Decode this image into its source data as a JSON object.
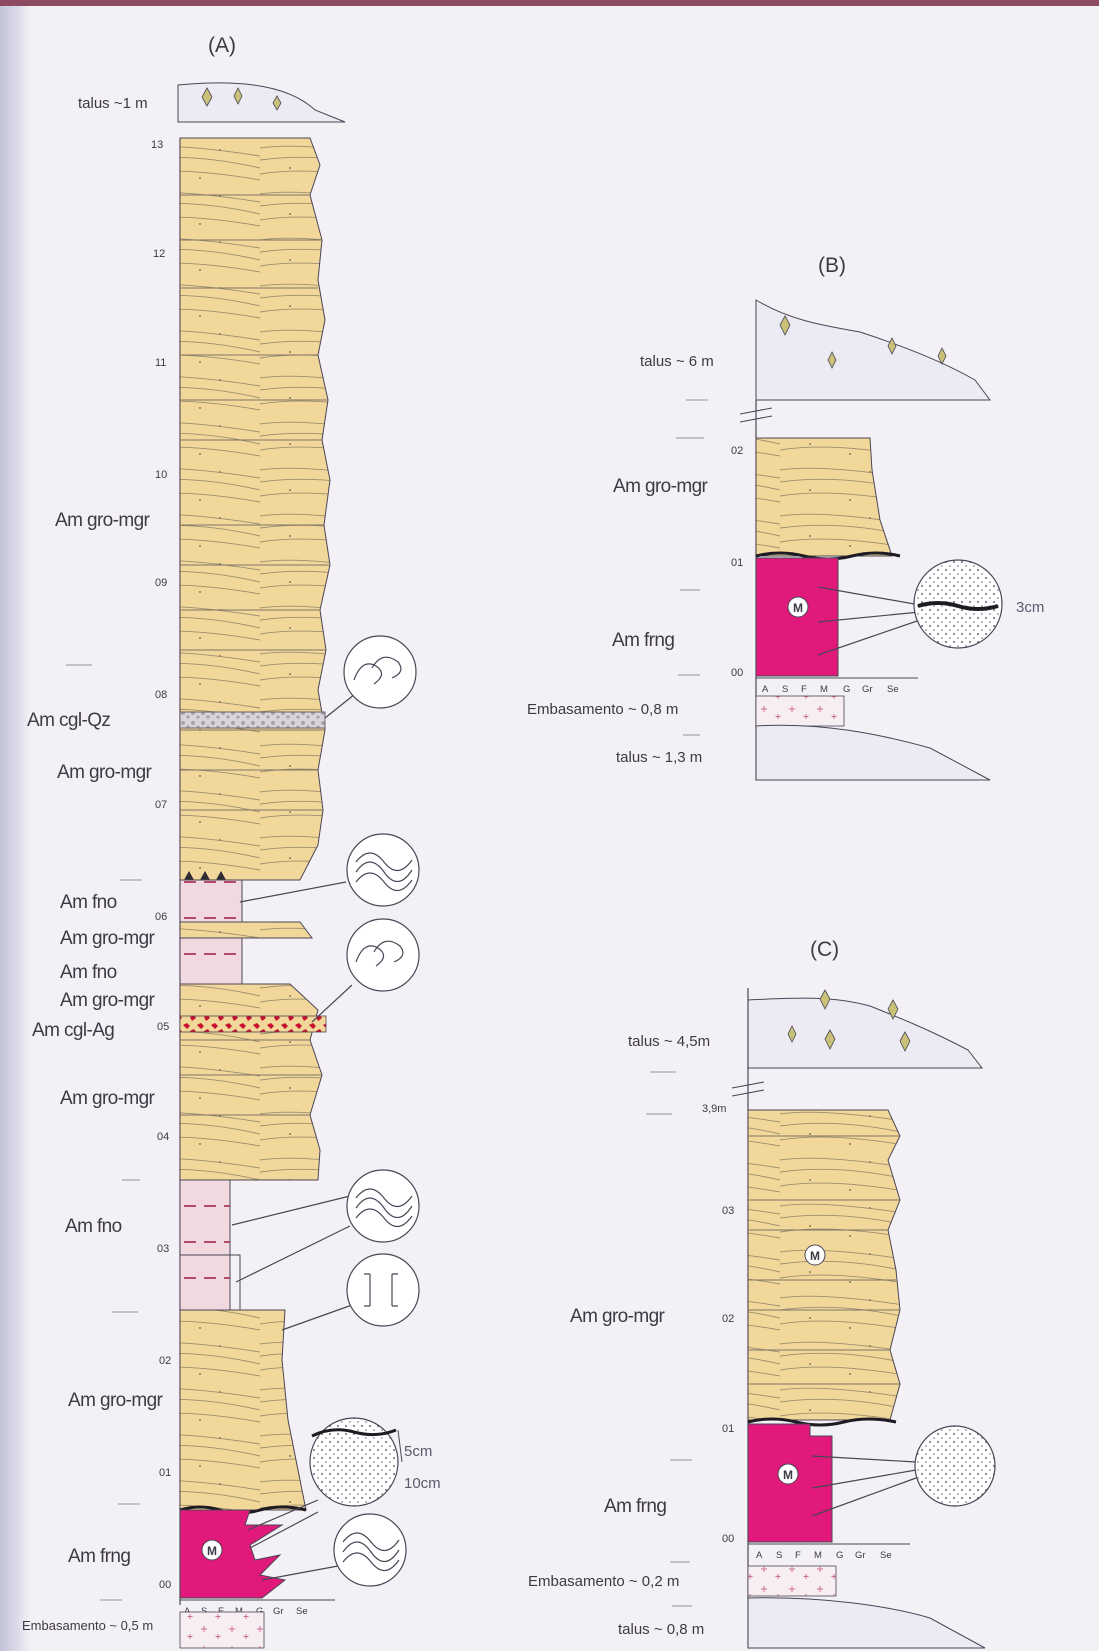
{
  "colors": {
    "sandstone": "#f2d79a",
    "fines": "#f0d9df",
    "massive": "#e0197a",
    "talus": "#eceaf3",
    "basement": "#f7eef2",
    "line": "#4a4656",
    "conglomerate_ag": "#c8102e",
    "conglomerate_qz": "#b9b6bf"
  },
  "icons": [
    "plant-icon",
    "flame-structure-icon",
    "convolute-bedding-icon",
    "burrow-icon",
    "graded-pebbles-icon",
    "mud-clast-icon",
    "massive-m-icon"
  ],
  "sections": [
    {
      "id": "A",
      "panel_label": "(A)",
      "talus_label": "talus ~1 m",
      "basement_label": "Embasamento ~ 0,5 m",
      "ticks": [
        "13",
        "12",
        "11",
        "10",
        "09",
        "08",
        "07",
        "06",
        "05",
        "04",
        "03",
        "02",
        "01",
        "00"
      ],
      "units": [
        "Am gro-mgr",
        "Am cgl-Qz",
        "Am gro-mgr",
        "Am fno",
        "Am gro-mgr",
        "Am fno",
        "Am gro-mgr",
        "Am cgl-Ag",
        "Am gro-mgr",
        "Am fno",
        "Am gro-mgr",
        "Am frng"
      ],
      "grain_scale": [
        "A",
        "S",
        "F",
        "M",
        "G",
        "Gr",
        "Se"
      ],
      "massive_symbol": "M",
      "annotations": [
        "5cm",
        "10cm"
      ]
    },
    {
      "id": "B",
      "panel_label": "(B)",
      "talus_top_label": "talus ~ 6 m",
      "basement_label": "Embasamento ~ 0,8 m",
      "talus_bottom_label": "talus ~ 1,3 m",
      "ticks": [
        "02",
        "01",
        "00"
      ],
      "units": [
        "Am gro-mgr",
        "Am frng"
      ],
      "grain_scale": [
        "A",
        "S",
        "F",
        "M",
        "G",
        "Gr",
        "Se"
      ],
      "massive_symbol": "M",
      "annotations": [
        "3cm"
      ]
    },
    {
      "id": "C",
      "panel_label": "(C)",
      "talus_top_label": "talus ~ 4,5m",
      "basement_label": "Embasamento ~ 0,2 m",
      "talus_bottom_label": "talus ~ 0,8 m",
      "ticks": [
        "3,9m",
        "03",
        "02",
        "01",
        "00"
      ],
      "units": [
        "Am gro-mgr",
        "Am frng"
      ],
      "grain_scale": [
        "A",
        "S",
        "F",
        "M",
        "G",
        "Gr",
        "Se"
      ],
      "massive_symbol": "M",
      "annotations": []
    }
  ]
}
